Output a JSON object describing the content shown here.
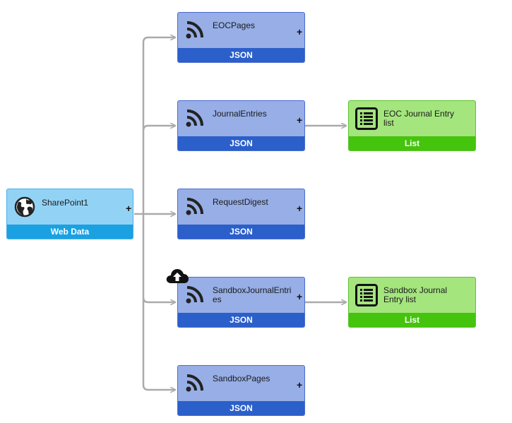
{
  "nodes": {
    "sharepoint": {
      "title": "SharePoint1",
      "type": "Web Data",
      "plus": "+"
    },
    "eocpages": {
      "title": "EOCPages",
      "type": "JSON",
      "plus": "+"
    },
    "journalentries": {
      "title": "JournalEntries",
      "type": "JSON",
      "plus": "+"
    },
    "requestdigest": {
      "title": "RequestDigest",
      "type": "JSON",
      "plus": "+"
    },
    "sandboxjournal": {
      "title": "SandboxJournalEntries",
      "type": "JSON",
      "plus": "+"
    },
    "sandboxpages": {
      "title": "SandboxPages",
      "type": "JSON",
      "plus": "+"
    },
    "eoclist": {
      "title": "EOC Journal Entry list",
      "type": "List"
    },
    "sandboxlist": {
      "title": "Sandbox Journal Entry list",
      "type": "List"
    }
  },
  "colors": {
    "connector": "#aaaaaa",
    "web_body": "#92d3f5",
    "web_footer": "#1ba1e2",
    "json_body": "#97aee6",
    "json_footer": "#2b5fca",
    "list_body": "#a4e57e",
    "list_footer": "#44c40c"
  },
  "icons": {
    "sharepoint": "globe-icon",
    "json": "rss-feed-icon",
    "list": "list-icon",
    "upload": "cloud-upload-icon"
  }
}
